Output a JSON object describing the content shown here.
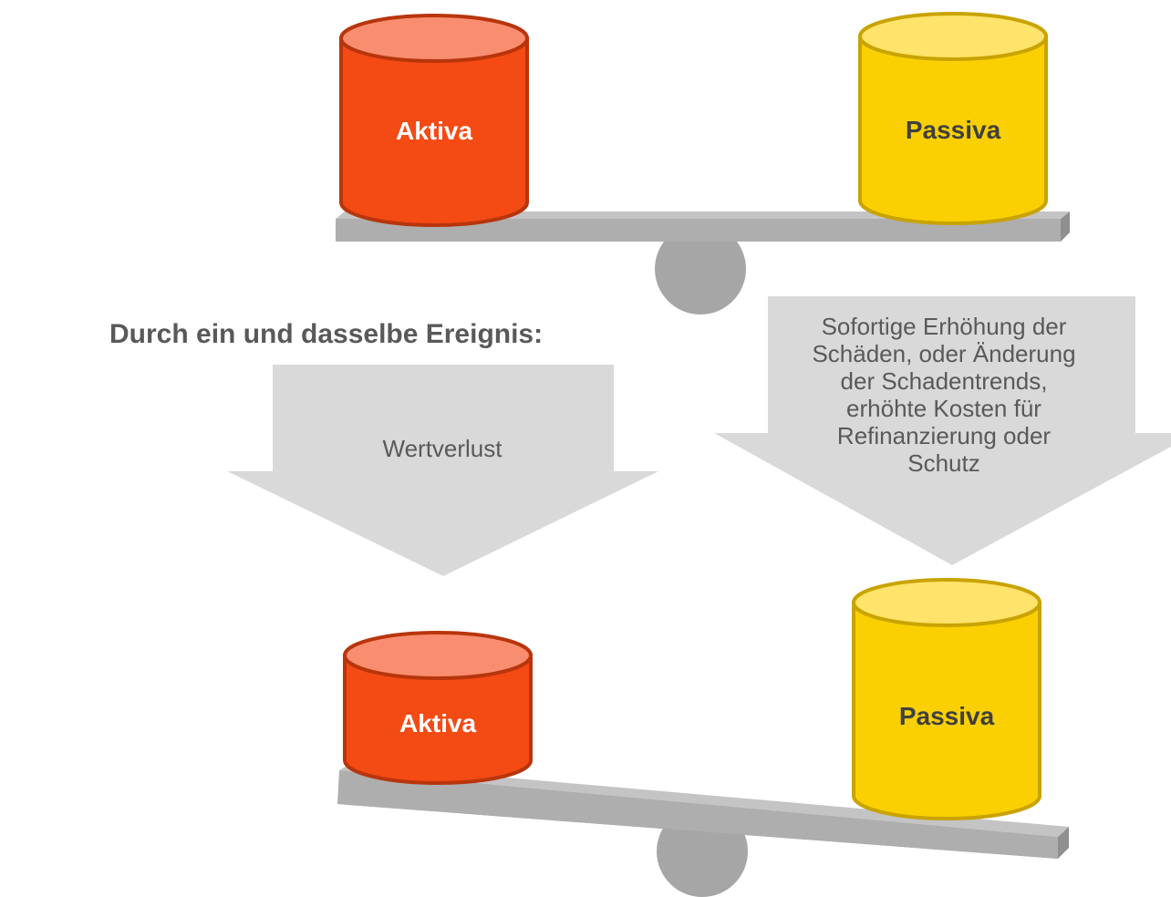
{
  "colors": {
    "aktiva_body": "#f44a14",
    "aktiva_top": "#f98d70",
    "aktiva_stroke": "#b8350c",
    "passiva_body": "#fad002",
    "passiva_top": "#ffe36a",
    "passiva_stroke": "#c9a300",
    "beam": "#aeaeae",
    "fulcrum": "#a6a6a6",
    "arrow_fill": "#d9d9d9",
    "text_gray": "#595959"
  },
  "top_scale": {
    "aktiva_label": "Aktiva",
    "passiva_label": "Passiva",
    "state": "balanced"
  },
  "heading": "Durch ein und dasselbe Ereignis:",
  "left_arrow": {
    "text": "Wertverlust"
  },
  "right_arrow": {
    "lines": [
      "Sofortige Erhöhung der",
      "Schäden, oder Änderung",
      "der Schadentrends,",
      "erhöhte Kosten für",
      "Refinanzierung oder",
      "Schutz"
    ]
  },
  "bottom_scale": {
    "aktiva_label": "Aktiva",
    "passiva_label": "Passiva",
    "state": "tilted toward Passiva"
  }
}
